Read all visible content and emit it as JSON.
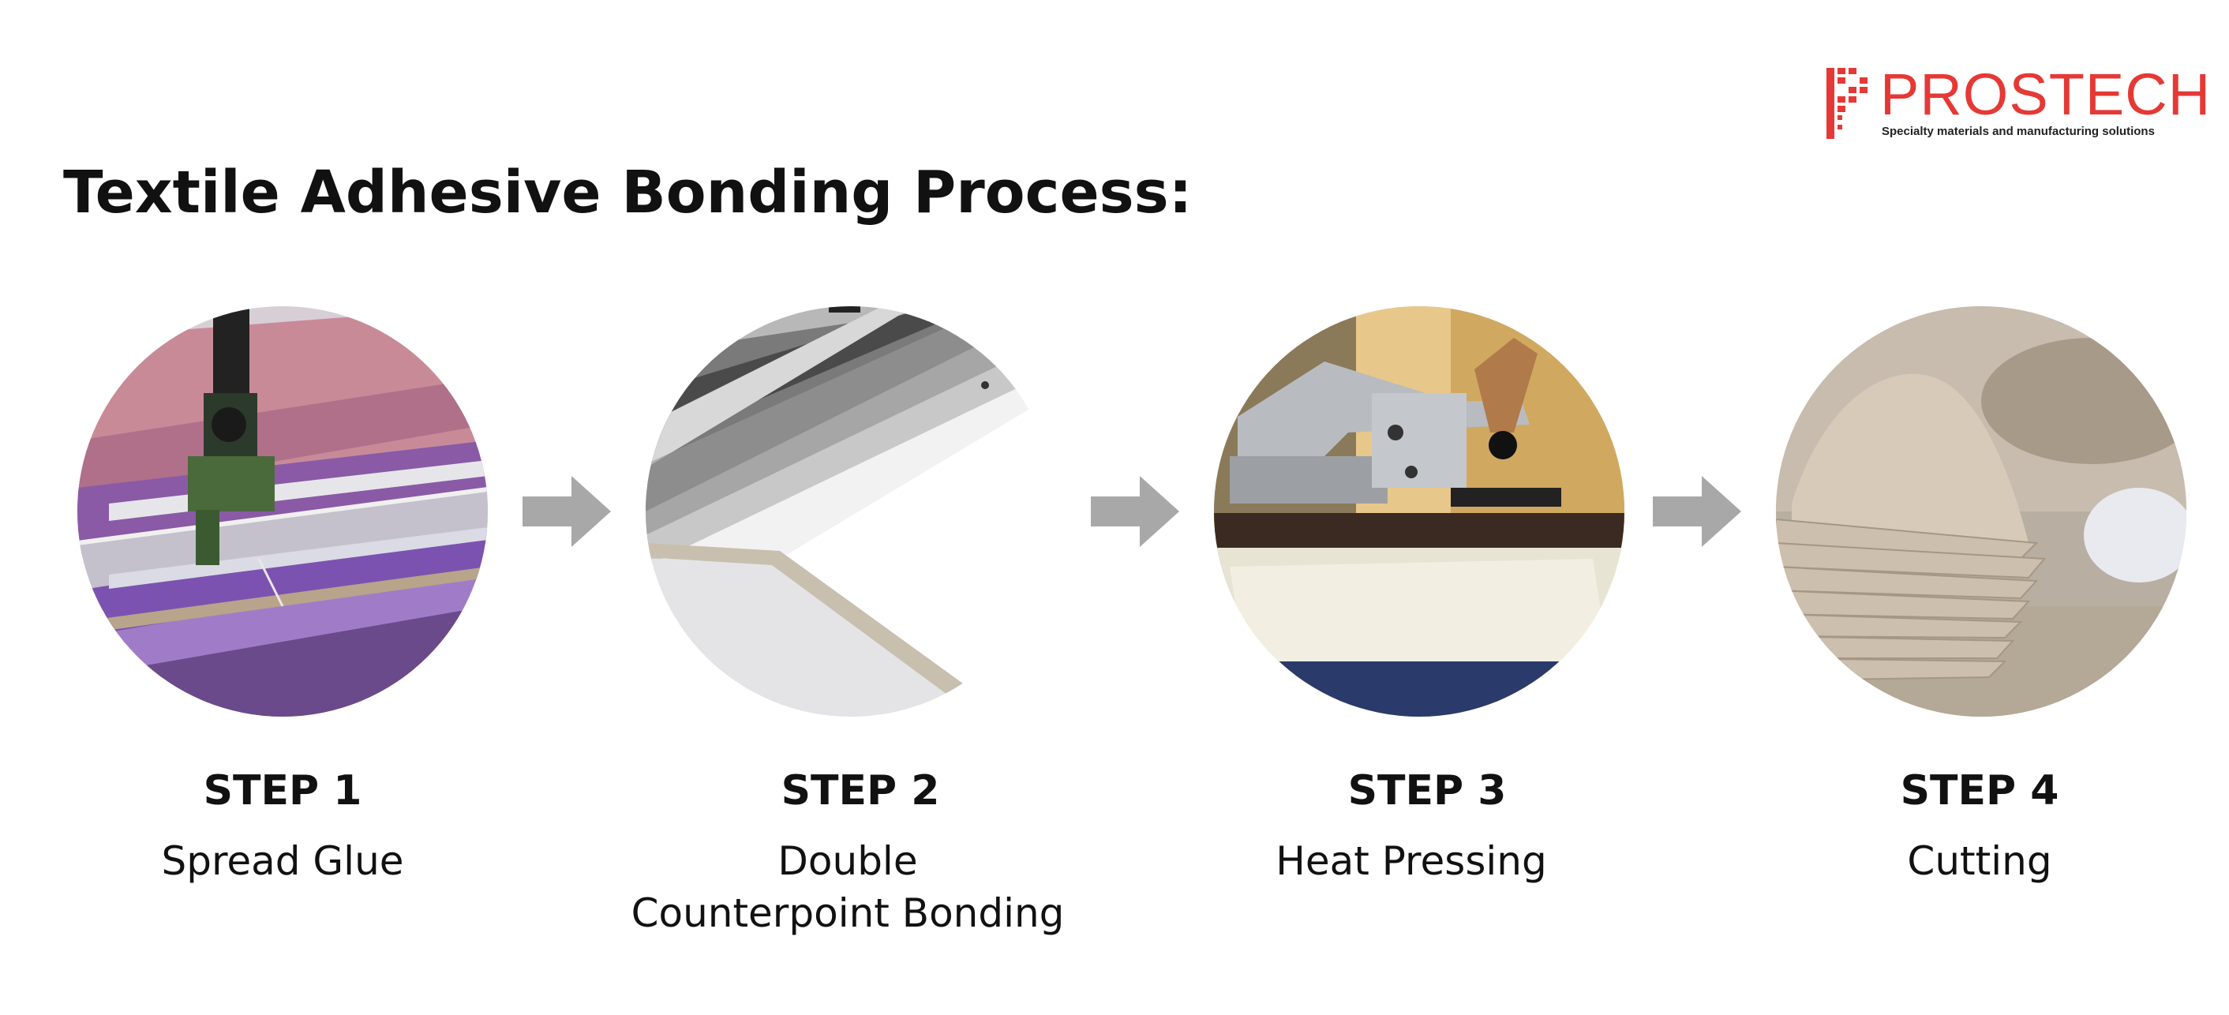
{
  "brand": {
    "name": "PROSTECH",
    "tagline": "Specialty materials and manufacturing solutions",
    "color": "#e53935"
  },
  "title": "Textile Adhesive Bonding Process:",
  "arrow_color": "#a8a8a8",
  "steps": [
    {
      "label": "STEP 1",
      "description_lines": [
        "Spread Glue"
      ],
      "image": "glue-spreading-machine-photo"
    },
    {
      "label": "STEP 2",
      "description_lines": [
        "Double",
        "Counterpoint Bonding"
      ],
      "image": "bonding-rollers-photo"
    },
    {
      "label": "STEP 3",
      "description_lines": [
        "Heat Pressing"
      ],
      "image": "heat-press-machine-photo"
    },
    {
      "label": "STEP 4",
      "description_lines": [
        "Cutting"
      ],
      "image": "stacked-bra-cups-photo"
    }
  ]
}
